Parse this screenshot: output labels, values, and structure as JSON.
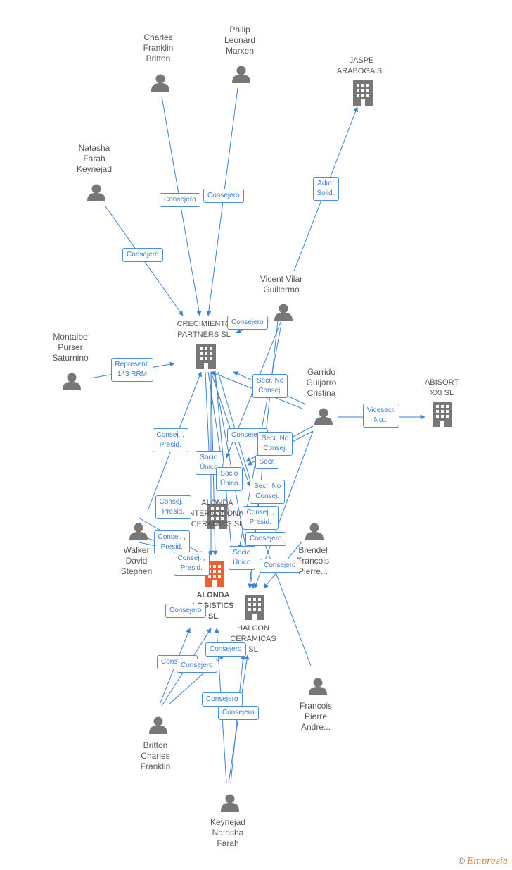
{
  "colors": {
    "edge": "#3b82d6",
    "person": "#777777",
    "company": "#777777",
    "main": "#f06030"
  },
  "persons": [
    {
      "id": "p_charles",
      "label": "Charles\nFranklin\nBritton"
    },
    {
      "id": "p_philip",
      "label": "Philip\nLeonard\nMarxen"
    },
    {
      "id": "p_natasha",
      "label": "Natasha\nFarah\nKeynejad"
    },
    {
      "id": "p_vicent",
      "label": "Vicent Vilar\nGuillermo"
    },
    {
      "id": "p_montalbo",
      "label": "Montalbo\nPurser\nSaturnino"
    },
    {
      "id": "p_garrido",
      "label": "Garrido\nGuijarro\nCristina"
    },
    {
      "id": "p_walker",
      "label": "Walker\nDavid\nStephen"
    },
    {
      "id": "p_brendel",
      "label": "Brendel\nFrancois\nPierre..."
    },
    {
      "id": "p_francois",
      "label": "Francois\nPierre\nAndre..."
    },
    {
      "id": "p_britton",
      "label": "Britton\nCharles\nFranklin"
    },
    {
      "id": "p_keynejad",
      "label": "Keynejad\nNatasha\nFarah"
    }
  ],
  "companies": [
    {
      "id": "c_jaspe",
      "label": "JASPE\nARABOGA SL"
    },
    {
      "id": "c_crecimiento",
      "label": "CRECIMIENTO\nPARTNERS SL"
    },
    {
      "id": "c_abisort",
      "label": "ABISORT\nXXI SL"
    },
    {
      "id": "c_alonda_int",
      "label": "ALONDA\nINTERNATIONAL\nCERAMICS SL"
    },
    {
      "id": "c_alonda_log",
      "label": "ALONDA\nLOGISTICS\nSL",
      "main": true
    },
    {
      "id": "c_halcon",
      "label": "HALCON\nCERAMICAS\nSL"
    }
  ],
  "edge_labels": [
    "Consejero",
    "Consejero",
    "Consejero",
    "Adm.\nSolid.",
    "Consejero",
    "Represent.\n143 RRM",
    "Secr. No\nConsej.",
    "Consejero",
    "Vicesecr.\nNo...",
    "Consej. ,\nPresid.",
    "Consejero",
    "Secr. No\nConsej.",
    "Secr.",
    "Socio\nÚnico",
    "Socio\nÚnico",
    "Secr. No\nConsej.",
    "Consej. ,\nPresid.",
    "Consej. ,\nPresid.",
    "Consejero",
    "Consej. ,\nPresid.",
    "Consej. ,\nPresid.",
    "Socio\nÚnico",
    "Consejero",
    "Consejero",
    "Consejero",
    "Consejero",
    "Consejero",
    "Consejero",
    "Consejero"
  ],
  "footer": {
    "copyright": "©",
    "brand": "Empresia"
  }
}
